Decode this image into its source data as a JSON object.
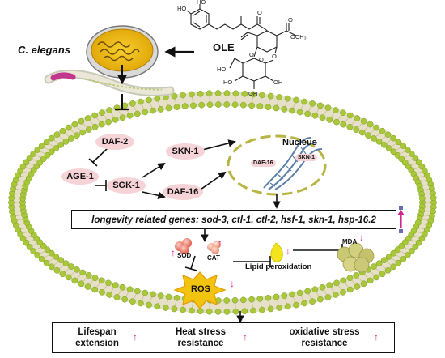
{
  "organism": "C. elegans",
  "compound": "OLE",
  "nucleus": {
    "title": "Nucleus",
    "factor_a": "DAF-16",
    "factor_b": "SKN-1"
  },
  "pathway": {
    "daf2": "DAF-2",
    "age1": "AGE-1",
    "sgk1": "SGK-1",
    "skn1": "SKN-1",
    "daf16": "DAF-16"
  },
  "genes_box": "longevity related genes: sod-3, ctl-1, ctl-2, hsf-1, skn-1, hsp-16.2",
  "enzymes": {
    "sod": "SOD",
    "cat": "CAT"
  },
  "ros": "ROS",
  "lipid": "Lipid peroxidation",
  "mda": "MDA",
  "outcomes": [
    {
      "line1": "Lifespan",
      "line2": "extension"
    },
    {
      "line1": "Heat stress",
      "line2": "resistance"
    },
    {
      "line1": "oxidative stress",
      "line2": "resistance"
    }
  ],
  "colors": {
    "membrane_head": "#a8c83a",
    "membrane_tail": "#e7e0c8",
    "cell_interior": "#ffffff",
    "node_fill": "#f6d3d6",
    "up_arrow": "#d4238b",
    "dna": "#5b7fa8",
    "nucleus_border": "#b7b441",
    "ros_star": "#f3c40f",
    "lipid_drop": "#f2e51d",
    "mda_cluster": "#c9c873"
  }
}
